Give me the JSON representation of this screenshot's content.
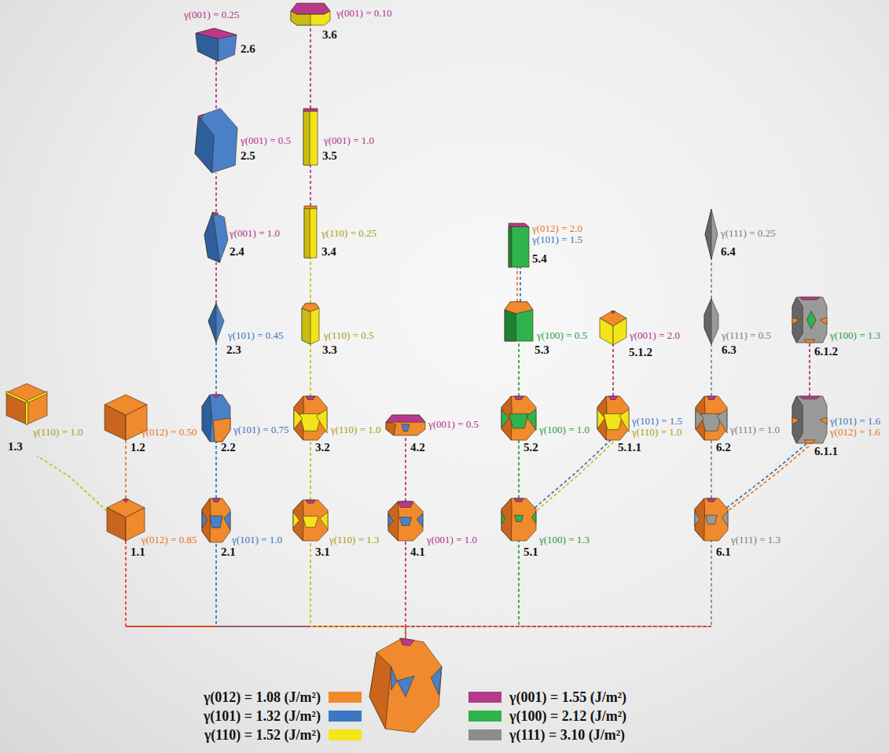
{
  "diagram": {
    "nodes": [
      {
        "text": []
      },
      {
        "text": [
          "γ(012) = 0.85",
          "1.1"
        ]
      },
      {
        "text": [
          "γ(012) = 0.50",
          "1.2"
        ]
      },
      {
        "text": [
          "γ(110) = 1.0",
          "1.3"
        ]
      },
      {
        "text": [
          "γ(101) = 1.0",
          "2.1"
        ]
      },
      {
        "text": [
          "γ(101) = 0.75",
          "2.2"
        ]
      },
      {
        "text": [
          "γ(101) = 0.45",
          "2.3"
        ]
      },
      {
        "text": [
          "γ(001) = 1.0",
          "2.4"
        ]
      },
      {
        "text": [
          "γ(001) = 0.5",
          "2.5"
        ]
      },
      {
        "text": [
          "γ(001) = 0.25",
          "2.6"
        ]
      },
      {
        "text": [
          "γ(110) = 1.3",
          "3.1"
        ]
      },
      {
        "text": [
          "γ(110) = 1.0",
          "3.2"
        ]
      },
      {
        "text": [
          "γ(110) = 0.5",
          "3.3"
        ]
      },
      {
        "text": [
          "γ(110) = 0.25",
          "3.4"
        ]
      },
      {
        "text": [
          "γ(001) = 1.0",
          "3.5"
        ]
      },
      {
        "text": [
          "γ(001) = 0.10",
          "3.6"
        ]
      },
      {
        "text": [
          "γ(001) = 1.0",
          "4.1"
        ]
      },
      {
        "text": [
          "γ(001) = 0.5",
          "4.2"
        ]
      },
      {
        "text": [
          "γ(100) = 1.3",
          "5.1"
        ]
      },
      {
        "text": [
          "γ(100) = 1.0",
          "5.2"
        ]
      },
      {
        "text": [
          "γ(100) = 0.5",
          "5.3"
        ]
      },
      {
        "text": [
          "γ(012) = 2.0",
          "γ(101) = 1.5",
          "5.4"
        ]
      },
      {
        "text": [
          "γ(101) = 1.5",
          "γ(110) = 1.0",
          "5.1.1"
        ]
      },
      {
        "text": [
          "γ(001) = 2.0",
          "5.1.2"
        ]
      },
      {
        "text": [
          "γ(111) = 1.3",
          "6.1"
        ]
      },
      {
        "text": [
          "γ(111) = 1.0",
          "6.2"
        ]
      },
      {
        "text": [
          "γ(111) = 0.5",
          "6.3"
        ]
      },
      {
        "text": [
          "γ(111) = 0.25",
          "6.4"
        ]
      },
      {
        "text": [
          "γ(101) = 1.6",
          "γ(012) = 1.6",
          "6.1.1"
        ]
      },
      {
        "text": [
          "γ(100) = 1.3",
          "6.1.2"
        ]
      }
    ],
    "edges": [
      {
        "from": 0,
        "to": 1,
        "arrow": "none"
      },
      {
        "from": 1,
        "to": 2,
        "arrow": "none"
      },
      {
        "from": 1,
        "to": 3,
        "arrow": "none"
      },
      {
        "from": 0,
        "to": 4,
        "arrow": "none"
      },
      {
        "from": 4,
        "to": 5,
        "arrow": "none"
      },
      {
        "from": 5,
        "to": 6,
        "arrow": "none"
      },
      {
        "from": 6,
        "to": 7,
        "arrow": "none"
      },
      {
        "from": 7,
        "to": 8,
        "arrow": "none"
      },
      {
        "from": 8,
        "to": 9,
        "arrow": "none"
      },
      {
        "from": 0,
        "to": 10,
        "arrow": "none"
      },
      {
        "from": 10,
        "to": 11,
        "arrow": "none"
      },
      {
        "from": 11,
        "to": 12,
        "arrow": "none"
      },
      {
        "from": 12,
        "to": 13,
        "arrow": "none"
      },
      {
        "from": 13,
        "to": 14,
        "arrow": "none"
      },
      {
        "from": 14,
        "to": 15,
        "arrow": "none"
      },
      {
        "from": 0,
        "to": 16,
        "arrow": "none"
      },
      {
        "from": 16,
        "to": 17,
        "arrow": "none"
      },
      {
        "from": 0,
        "to": 18,
        "arrow": "none"
      },
      {
        "from": 18,
        "to": 19,
        "arrow": "none"
      },
      {
        "from": 19,
        "to": 20,
        "arrow": "none"
      },
      {
        "from": 20,
        "to": 21,
        "arrow": "none"
      },
      {
        "from": 18,
        "to": 22,
        "arrow": "none"
      },
      {
        "from": 22,
        "to": 23,
        "arrow": "none"
      },
      {
        "from": 0,
        "to": 24,
        "arrow": "none"
      },
      {
        "from": 24,
        "to": 25,
        "arrow": "none"
      },
      {
        "from": 25,
        "to": 26,
        "arrow": "none"
      },
      {
        "from": 26,
        "to": 27,
        "arrow": "none"
      },
      {
        "from": 24,
        "to": 28,
        "arrow": "none"
      },
      {
        "from": 28,
        "to": 29,
        "arrow": "none"
      }
    ],
    "legend": [
      {
        "text": "γ(012) = 1.08 (J/m²)",
        "color": "#f28a2b"
      },
      {
        "text": "γ(101) = 1.32 (J/m²)",
        "color": "#3b78c4"
      },
      {
        "text": "γ(110) = 1.52 (J/m²)",
        "color": "#f5e61a"
      },
      {
        "text": "γ(001) = 1.55 (J/m²)",
        "color": "#b53a8c"
      },
      {
        "text": "γ(100) = 2.12 (J/m²)",
        "color": "#2eb34c"
      },
      {
        "text": "γ(111) = 3.10 (J/m²)",
        "color": "#8c8c8c"
      }
    ]
  }
}
